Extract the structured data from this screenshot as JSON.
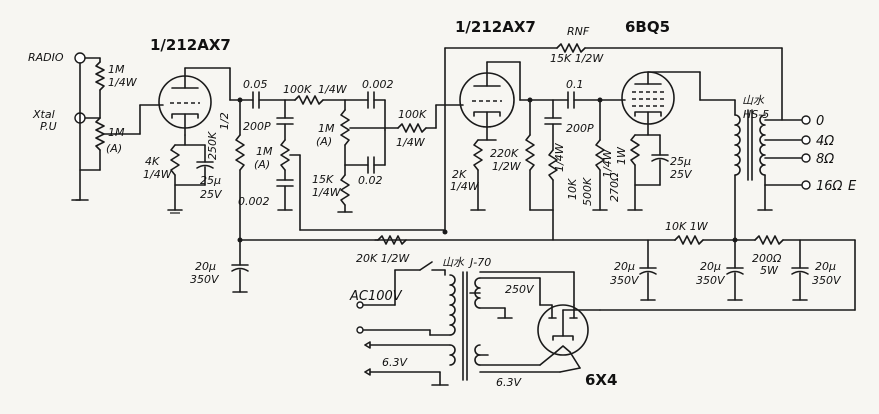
{
  "labels": {
    "radio": "RADIO",
    "xtal": "Xtal",
    "pu": "P.U",
    "r_radio": "1M",
    "r_radio_w": "1/4W",
    "vol_in": "1M",
    "vol_in_a": "(A)",
    "tube1": "1/212AX7",
    "tube2": "1/212AX7",
    "tube3": "6BQ5",
    "tube4": "6X4",
    "rk1": "4K",
    "rk1w": "1/4W",
    "ck1": "25μ",
    "ck1v": "25V",
    "rp1": "250K",
    "rp1w": "1/2",
    "c005": "0.05",
    "c200p": "200P",
    "vol2": "1M",
    "vol2a": "(A)",
    "c0002a": "0.002",
    "r100k": "100K",
    "r100kw": "1/4W",
    "c0002b": "0.002",
    "tone": "1M",
    "tonea": "(A)",
    "r15k": "15K",
    "r15kw": "1/4W",
    "c002": "0.02",
    "r100k2": "100K",
    "r100k2w": "1/4W",
    "rk2": "2K",
    "rk2w": "1/4W",
    "rp2": "220K",
    "rp2w": "1/2W",
    "rnf": "RNF",
    "rnfv": "15K 1/2W",
    "c01": "0.1",
    "c200p2": "200P",
    "r10k": "10K",
    "r10kw": "1/4W",
    "r500k": "500K",
    "r500kw": "1/4W",
    "rk3": "270Ω",
    "rk3w": "1W",
    "ck3": "25μ",
    "ck3v": "25V",
    "ot": "山水",
    "otm": "HS-5",
    "tap0": "0",
    "tap4": "4Ω",
    "tap8": "8Ω",
    "tap16": "16Ω",
    "tapE": "E",
    "c20a": "20μ",
    "c20av": "350V",
    "r20k": "20K 1/2W",
    "pt": "山水",
    "ptm": "J-70",
    "ac": "AC100V",
    "v250": "250V",
    "v63a": "6.3V",
    "v63b": "6.3V",
    "r10k1w": "10K 1W",
    "c20b": "20μ",
    "c20bv": "350V",
    "c20c": "20μ",
    "c20cv": "350V",
    "r200": "200Ω",
    "r200w": "5W",
    "c20d": "20μ",
    "c20dv": "350V"
  }
}
